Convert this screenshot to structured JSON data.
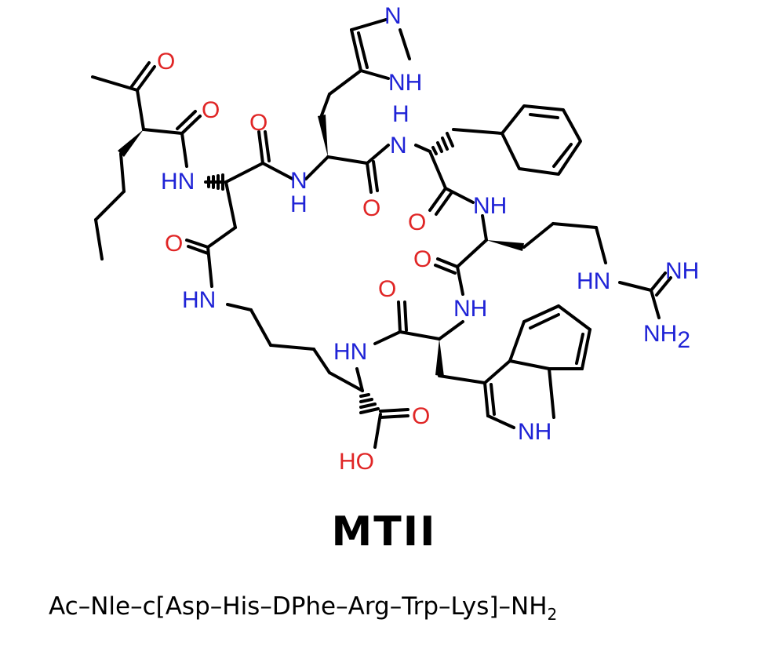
{
  "diagram": {
    "atoms": {
      "o_acetyl": "O",
      "o_nle": "O",
      "hn_nle": "HN",
      "o_asp_main": "O",
      "n_his": "N",
      "h_his": "H",
      "n_imidazole": "N",
      "nh_imidazole": "NH",
      "h_dphe": "H",
      "n_dphe": "N",
      "o_his": "O",
      "o_dphe": "O",
      "nh_arg": "NH",
      "o_arg": "O",
      "hn_guan": "HN",
      "nh_guan": "NH",
      "nh2_guan": "NH",
      "nh2_sub": "2",
      "o_asp_side": "O",
      "hn_lys_side": "HN",
      "o_trp": "O",
      "nh_trp": "NH",
      "hn_lys": "HN",
      "o_acid": "O",
      "ho_acid": "HO",
      "nh_indole": "NH"
    },
    "title": "MTII",
    "sequence": {
      "main": "Ac–Nle–c[Asp–His–DPhe–Arg–Trp–Lys]–NH",
      "subscript": "2"
    }
  }
}
